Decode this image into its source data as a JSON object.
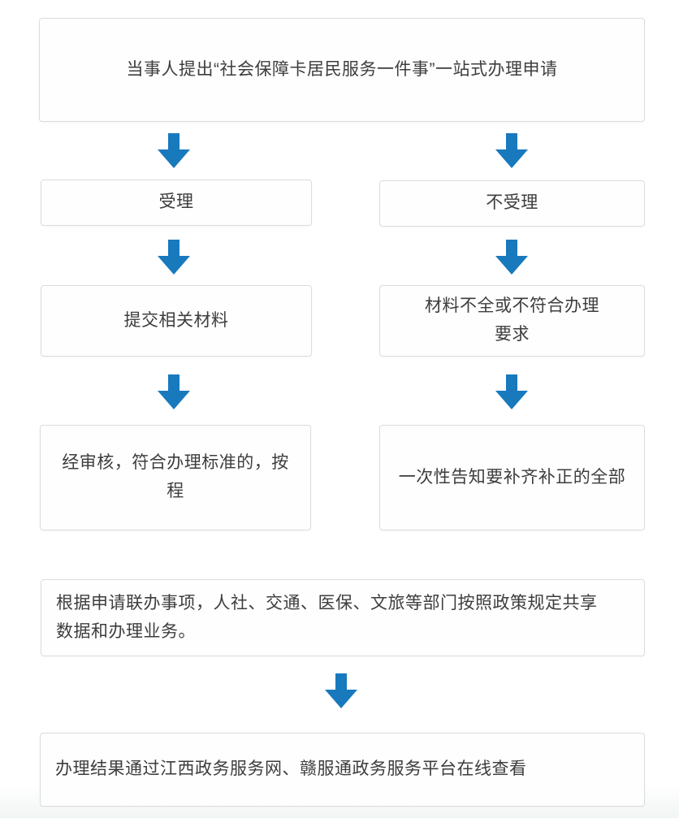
{
  "colors": {
    "arrow": "#1879bd",
    "box_border": "#dadcde",
    "box_background": "#fefefe",
    "text": "#3d3d3d"
  },
  "flowchart": {
    "start": {
      "label": "当事人提出“社会保障卡居民服务一件事”一站式办理申请"
    },
    "left_branch": [
      {
        "label": "受理"
      },
      {
        "label": "提交相关材料"
      },
      {
        "label": "经审核，符合办理标准的，按\n程"
      }
    ],
    "right_branch": [
      {
        "label": "不受理"
      },
      {
        "label": "材料不全或不符合办理\n要求"
      },
      {
        "label": "一次性告知要补齐补正的全部"
      }
    ],
    "shared_step": {
      "label": "根据申请联办事项，人社、交通、医保、文旅等部门按照政策规定共享\n数据和办理业务。"
    },
    "result_step": {
      "label": "办理结果通过江西政务服务网、赣服通政务服务平台在线查看"
    },
    "arrow_icon": "down-arrow"
  }
}
